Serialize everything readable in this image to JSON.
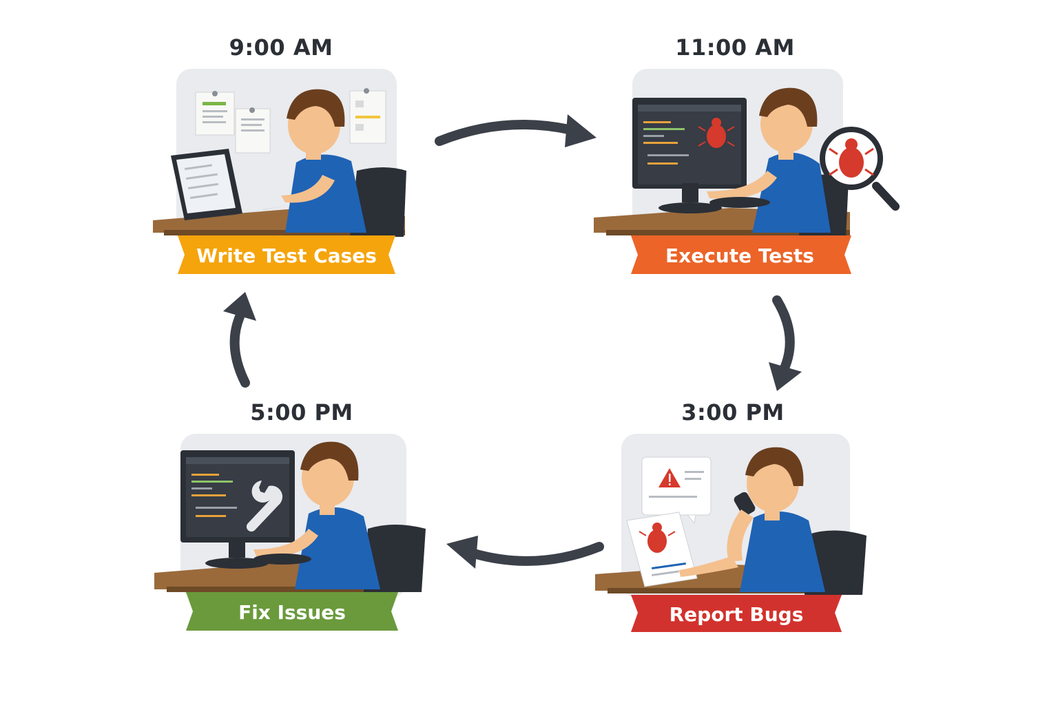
{
  "stages": [
    {
      "time": "9:00 AM",
      "label": "Write Test Cases",
      "color": "#f5a40c"
    },
    {
      "time": "11:00 AM",
      "label": "Execute Tests",
      "color": "#ec6428"
    },
    {
      "time": "3:00 PM",
      "label": "Report Bugs",
      "color": "#d2322d"
    },
    {
      "time": "5:00 PM",
      "label": "Fix Issues",
      "color": "#6a9a3c"
    }
  ],
  "colors": {
    "arrow": "#3b4049",
    "shirt": "#1f63b5",
    "skin": "#f4c08e",
    "hair": "#6b3f1e",
    "panel": "#e9ebef",
    "desk": "#9a6a3b",
    "bug": "#d53a2c"
  },
  "icons": [
    "laptop-icon",
    "bug-icon",
    "magnifier-icon",
    "warning-icon",
    "wrench-icon",
    "phone-icon"
  ]
}
